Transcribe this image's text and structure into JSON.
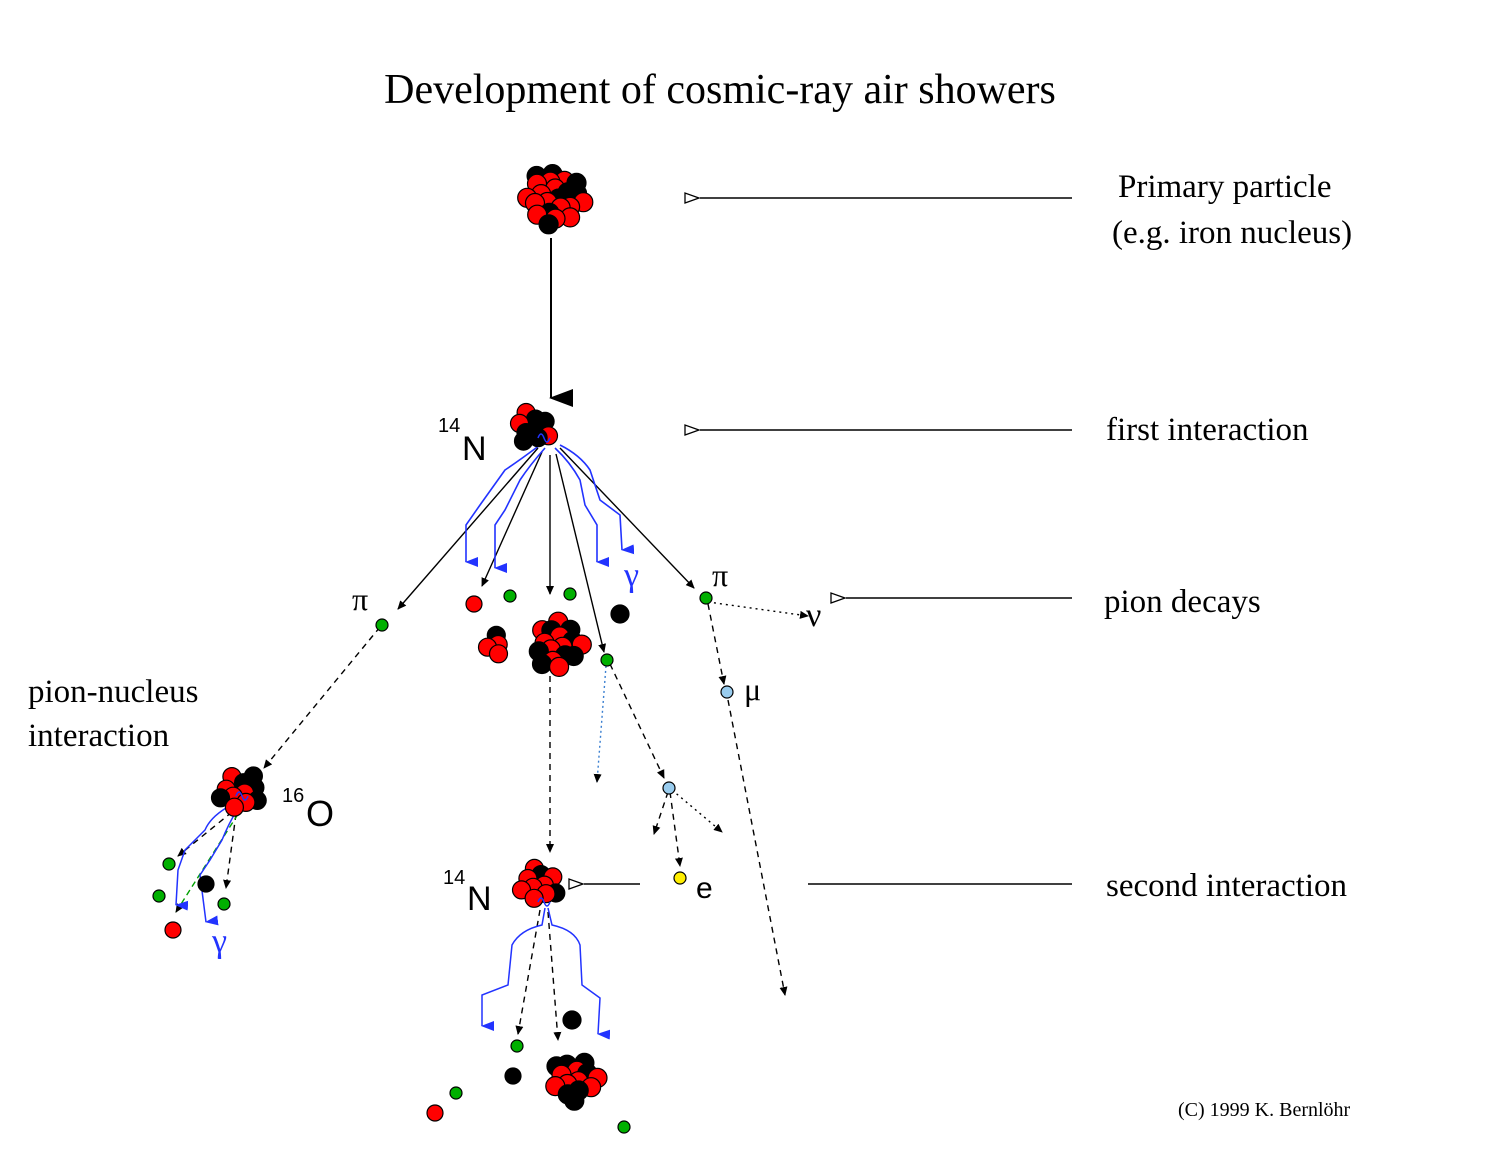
{
  "title": "Development of cosmic-ray air showers",
  "labels": {
    "primary_line1": "Primary particle",
    "primary_line2": "(e.g. iron nucleus)",
    "first_interaction": "first interaction",
    "pion_decays": "pion decays",
    "second_interaction": "second interaction",
    "pion_nucleus_line1": "pion-nucleus",
    "pion_nucleus_line2": "interaction",
    "copyright": "(C) 1999 K. Bernlöhr"
  },
  "particles": {
    "n14_mass": "14",
    "n14_symbol": "N",
    "o16_mass": "16",
    "o16_symbol": "O",
    "pi_left": "π",
    "pi_right": "π",
    "gamma_top": "γ",
    "gamma_left": "γ",
    "nu": "ν",
    "mu": "μ",
    "e": "e",
    "n14b_mass": "14",
    "n14b_symbol": "N"
  },
  "colors": {
    "proton": "#ff0000",
    "neutron": "#000000",
    "pion": "#00b000",
    "muon": "#99ccee",
    "electron": "#ffee00",
    "photon": "#2233ff",
    "arrow": "#000000"
  }
}
